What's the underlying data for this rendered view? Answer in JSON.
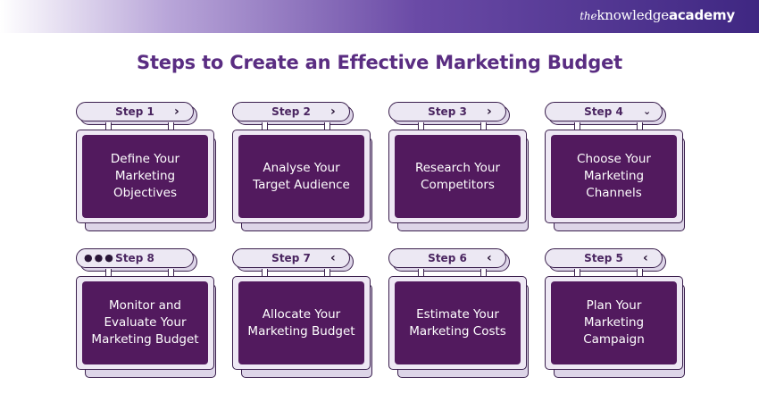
{
  "brand": {
    "the": "the",
    "knowledge": "knowledge",
    "academy": "academy"
  },
  "title": "Steps to Create an Effective Marketing Budget",
  "steps": [
    {
      "label": "Step 1",
      "text": "Define Your Marketing Objectives",
      "icon": "chevron-right"
    },
    {
      "label": "Step 2",
      "text": "Analyse Your Target Audience",
      "icon": "chevron-right"
    },
    {
      "label": "Step 3",
      "text": "Research Your Competitors",
      "icon": "chevron-right"
    },
    {
      "label": "Step 4",
      "text": "Choose Your Marketing Channels",
      "icon": "chevron-down"
    },
    {
      "label": "Step 5",
      "text": "Plan Your Marketing Campaign",
      "icon": "chevron-left"
    },
    {
      "label": "Step 6",
      "text": "Estimate Your Marketing Costs",
      "icon": "chevron-left"
    },
    {
      "label": "Step 7",
      "text": "Allocate Your Marketing Budget",
      "icon": "chevron-left"
    },
    {
      "label": "Step 8",
      "text": "Monitor and Evaluate Your Marketing Budget",
      "icon": "ellipsis"
    }
  ],
  "colors": {
    "title": "#5a2d82",
    "card_fill": "#521a5e",
    "card_border": "#3a1f4d",
    "tab_fill": "#ece8f3",
    "header_dark": "#3f2782"
  }
}
